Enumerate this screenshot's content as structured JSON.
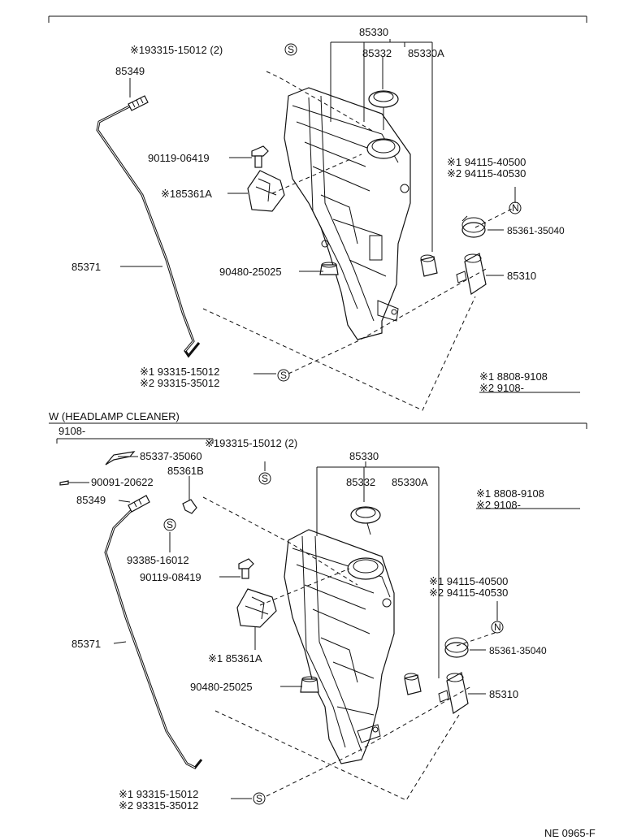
{
  "upper": {
    "labels": {
      "p85330": "85330",
      "p85332": "85332",
      "p85330A": "85330A",
      "p93315_top": "※193315-15012 (2)",
      "p85349": "85349",
      "p90119": "90119-06419",
      "p85361A": "※185361A",
      "p85371": "85371",
      "p90480": "90480-25025",
      "n1": "※1  94115-40500",
      "n2": "※2  94115-40530",
      "p85361_35040": "85361-35040",
      "p85310": "85310",
      "s1": "※1  93315-15012",
      "s2": "※2  93315-35012",
      "d1": "※1  8808-9108",
      "d2": "※2  9108-"
    }
  },
  "section_title": "W (HEADLAMP CLEANER)",
  "lower": {
    "labels": {
      "date": "9108-",
      "p85337": "85337-35060",
      "p93315_top": "※193315-15012 (2)",
      "p85361B": "85361B",
      "p90091": "90091-20622",
      "p85349": "85349",
      "p85330": "85330",
      "p85332": "85332",
      "p85330A": "85330A",
      "d1": "※1  8808-9108",
      "d2": "※2  9108-",
      "p93385": "93385-16012",
      "p90119": "90119-08419",
      "n1": "※1  94115-40500",
      "n2": "※2  94115-40530",
      "p85371": "85371",
      "p85361A": "※1 85361A",
      "p85361_35040": "85361-35040",
      "p90480": "90480-25025",
      "p85310": "85310",
      "s1": "※1  93315-15012",
      "s2": "※2  93315-35012"
    }
  },
  "symbols": {
    "s": "S",
    "n": "N"
  },
  "footer_code": "NE  0965-F"
}
